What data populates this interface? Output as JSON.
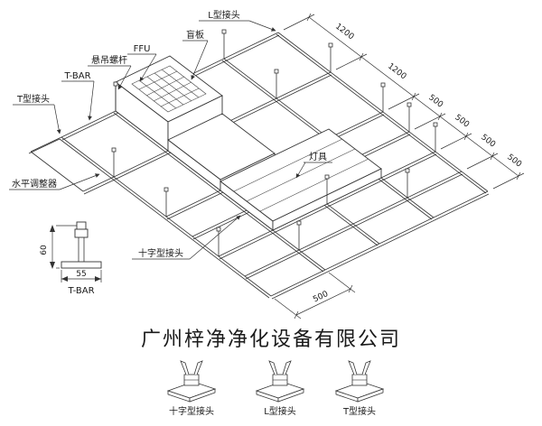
{
  "callouts": {
    "l_joint": "L型接头",
    "blind_panel": "盲板",
    "ffu": "FFU",
    "hanger_rod": "悬吊螺杆",
    "t_bar": "T-BAR",
    "t_joint": "T型接头",
    "leveler": "水平调整器",
    "light": "灯具",
    "cross_joint": "十字型接头"
  },
  "dimensions": {
    "module_large": "1200",
    "module_small": "500",
    "tbar_height": "60",
    "tbar_width": "55"
  },
  "tbar_detail": {
    "caption": "T-BAR"
  },
  "company": "广州梓净净化设备有限公司",
  "details": {
    "cross": "十字型接头",
    "l": "L型接头",
    "t": "T型接头"
  },
  "colors": {
    "line": "#333333",
    "watermark": "#9a9a9a"
  }
}
